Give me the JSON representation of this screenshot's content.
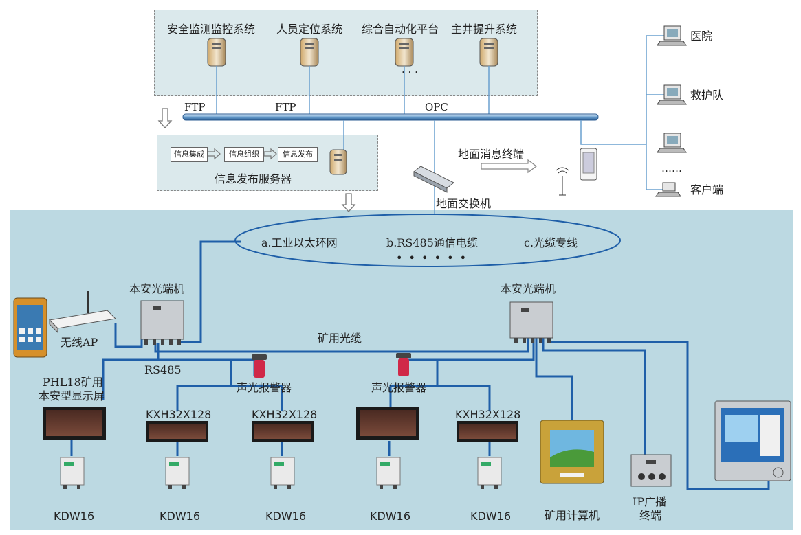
{
  "systems": [
    "安全监测监控系统",
    "人员定位系统",
    "综合自动化平台",
    "主井提升系统"
  ],
  "protocols": [
    "FTP",
    "FTP",
    "OPC"
  ],
  "ellipsis_dots": "· · ·",
  "info_flow": [
    "信息集成",
    "信息组织",
    "信息发布"
  ],
  "info_server_label": "信息发布服务器",
  "ground_message_terminal": "地面消息终端",
  "ground_switch": "地面交换机",
  "clients": [
    "医院",
    "救护队",
    "客户端"
  ],
  "client_dots": "……",
  "network": {
    "items": [
      "a.工业以太环网",
      "b.RS485通信电缆",
      "c.光缆专线"
    ],
    "dots": "• • • • • •"
  },
  "optical_terminal_left": "本安光端机",
  "optical_terminal_right": "本安光端机",
  "wireless_ap": "无线AP",
  "mine_cable": "矿用光缆",
  "rs485": "RS485",
  "alarm_left": "声光报警器",
  "alarm_right": "声光报警器",
  "display_label_line1": "PHL18矿用",
  "display_label_line2": "本安型显示屏",
  "kxh_labels": [
    "KXH32X128",
    "KXH32X128",
    "KXH32X128"
  ],
  "kdw_labels": [
    "KDW16",
    "KDW16",
    "KDW16",
    "KDW16",
    "KDW16"
  ],
  "mine_computer": "矿用计算机",
  "ip_broadcast_line1": "IP广播",
  "ip_broadcast_line2": "终端",
  "colors": {
    "line": "#1f5fa8",
    "panel": "#dbe9ec",
    "bottom": "#bcd9e2"
  }
}
